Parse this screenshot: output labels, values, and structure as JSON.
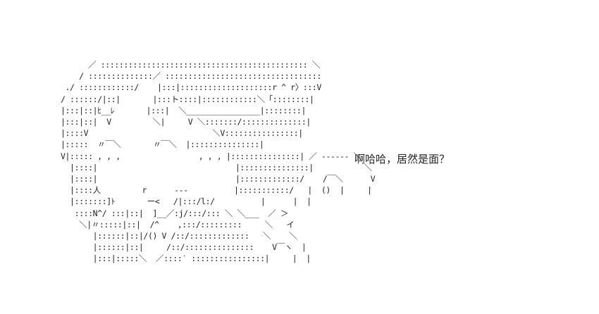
{
  "ascii_art": {
    "lines": [
      "      ／ ::::::::::::::::::::::::::::::::::::::::::::: ＼",
      "    / ::::::::::::::／ ::::::::::::::::::::::::::::::::::",
      " ./ ::::::::::::/    |:::|::::::::::::::::::::r ^ r〉:::V",
      "/ ::::::/|::|       |:::ト::::|::::::::::::＼「::::::::|",
      "|:::|::|ﾋ__ﾚ       |:::|  ＼________________|::::::::|",
      "|:::|::|  V         ＼|     V ＼:::::::/::::::::::::::|",
      "|::::V                           ＼V::::::::::::::::|",
      "|:::::  〃￣＼       〃￣＼  |:::::::::::::::|",
      "V|::::: , , ,                 , , , |:::::::::::::::| ／ ------ ＼",
      "  |::::|                              |:::::::::::::::|           ＼",
      "  |::::|                              |:::::::::::::/    /￣＼      V",
      "  |::::人         r      ---          |:::::::::::/   |  ()  |     |",
      "  |:::::::]ﾄ       ー<   /|:::/l:/          |      |  |",
      "   ::::N^/ :::|::|  ]__／:j/:::/::: ＼ ＼___  ／ ＞",
      "    ＼|〃:::::|::|  /^    ,:::/:::::::::     ＼   イ",
      "       |::::::|::|/() V /::/:::::::::::::   ＼    ＼",
      "       |::::::|::|     /::/:::::::::::::::    V￣ヽ  |",
      "       |:::|:::::＼  ／::::′ ::::::::::::::::|     |  |"
    ]
  },
  "caption": {
    "text": "啊哈哈，居然是面？"
  }
}
